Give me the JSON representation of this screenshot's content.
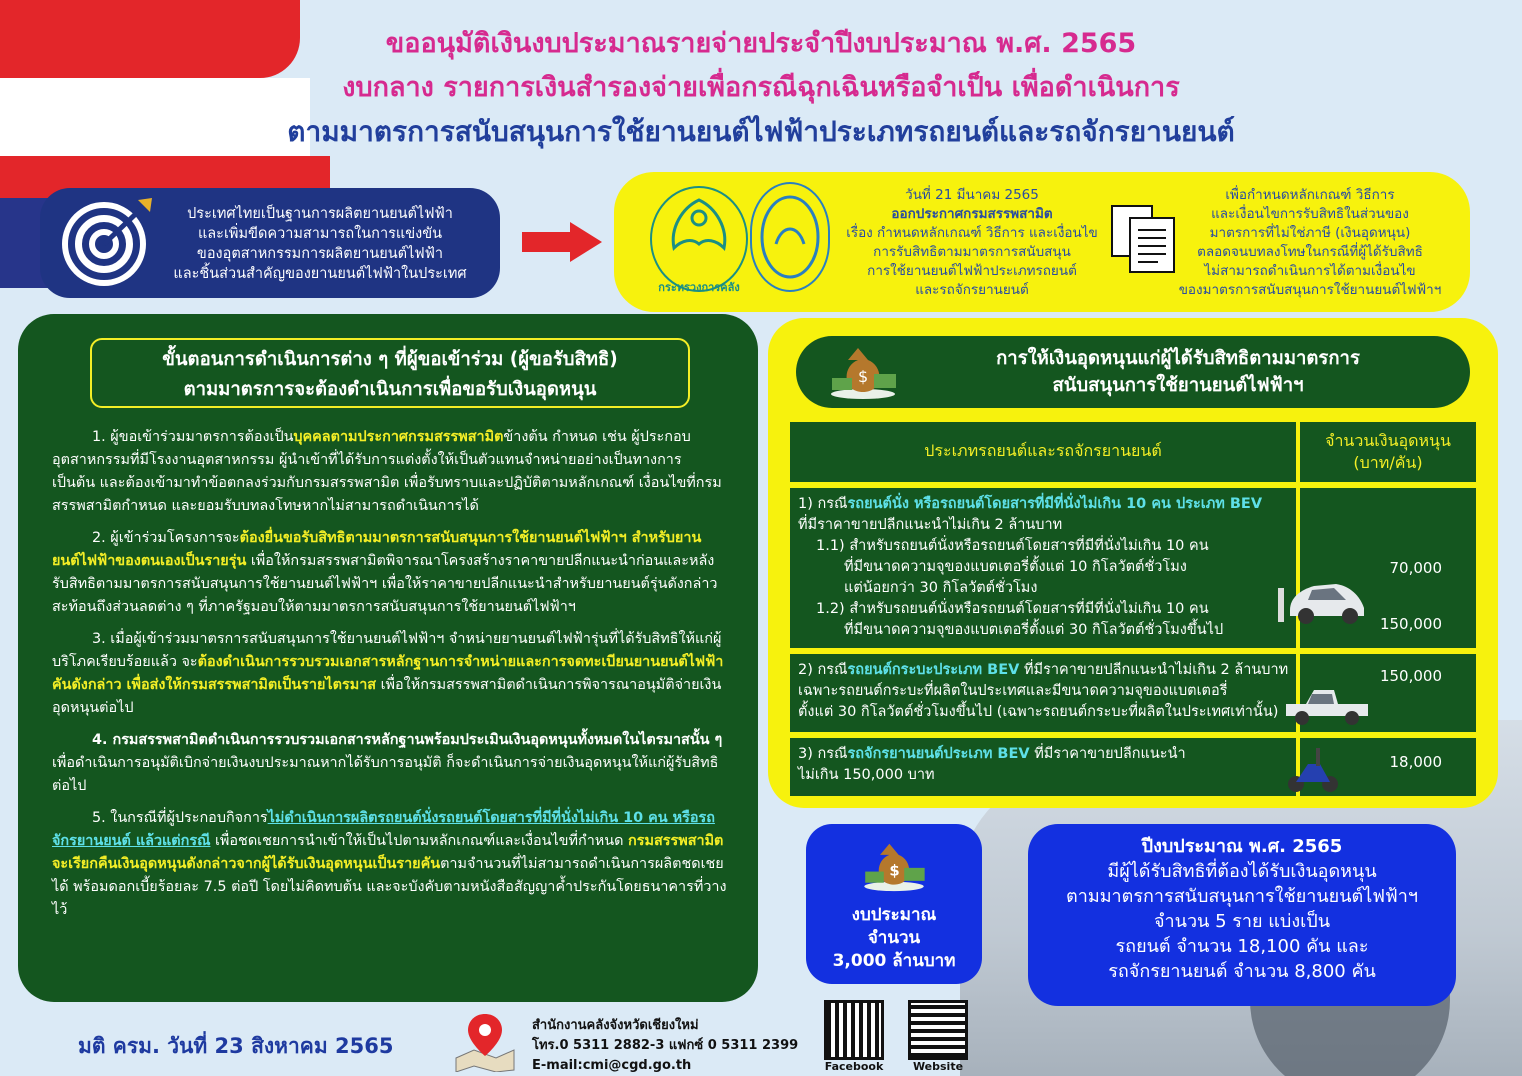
{
  "title": {
    "line1": "ขออนุมัติเงินงบประมาณรายจ่ายประจำปีงบประมาณ พ.ศ. 2565",
    "line2": "งบกลาง รายการเงินสำรองจ่ายเพื่อกรณีฉุกเฉินหรือจำเป็น เพื่อดำเนินการ",
    "line3": "ตามมาตรการสนับสนุนการใช้ยานยนต์ไฟฟ้าประเภทรถยนต์และรถจักรยานยนต์"
  },
  "goal": {
    "l1": "ประเทศไทยเป็นฐานการผลิตยานยนต์ไฟฟ้า",
    "l2": "และเพิ่มขีดความสามารถในการแข่งขัน",
    "l3": "ของอุตสาหกรรมการผลิตยานยนต์ไฟฟ้า",
    "l4": "และชิ้นส่วนสำคัญของยานยนต์ไฟฟ้าในประเทศ"
  },
  "announcement": {
    "seal_label": "กระทรวงการคลัง",
    "date": "วันที่ 21 มีนาคม 2565",
    "issuer": "ออกประกาศกรมสรรพสามิต",
    "l1": "เรื่อง กำหนดหลักเกณฑ์ วิธีการ และเงื่อนไข",
    "l2": "การรับสิทธิตามมาตรการสนับสนุน",
    "l3": "การใช้ยานยนต์ไฟฟ้าประเภทรถยนต์",
    "l4": "และรถจักรยานยนต์"
  },
  "purpose": {
    "l1": "เพื่อกำหนดหลักเกณฑ์ วิธีการ",
    "l2": "และเงื่อนไขการรับสิทธิในส่วนของ",
    "l3": "มาตรการที่ไม่ใช่ภาษี (เงินอุดหนุน)",
    "l4": "ตลอดจนบทลงโทษในกรณีที่ผู้ได้รับสิทธิ",
    "l5": "ไม่สามารถดำเนินการได้ตามเงื่อนไข",
    "l6": "ของมาตรการสนับสนุนการใช้ยานยนต์ไฟฟ้าฯ"
  },
  "steps": {
    "head_l1": "ขั้นตอนการดำเนินการต่าง ๆ ที่ผู้ขอเข้าร่วม (ผู้ขอรับสิทธิ)",
    "head_l2": "ตามมาตรการจะต้องดำเนินการเพื่อขอรับเงินอุดหนุน",
    "s1_a": "1. ผู้ขอเข้าร่วมมาตรการต้องเป็น",
    "s1_hl": "บุคคลตามประกาศกรมสรรพสามิต",
    "s1_b": "ข้างต้น กำหนด เช่น ผู้ประกอบอุตสาหกรรมที่มีโรงงานอุตสาหกรรม ผู้นำเข้าที่ได้รับการแต่งตั้งให้เป็นตัวแทนจำหน่ายอย่างเป็นทางการ เป็นต้น และต้องเข้ามาทำข้อตกลงร่วมกับกรมสรรพสามิต เพื่อรับทราบและปฏิบัติตามหลักเกณฑ์ เงื่อนไขที่กรมสรรพสามิตกำหนด และยอมรับบทลงโทษหากไม่สามารถดำเนินการได้",
    "s2_a": "2. ผู้เข้าร่วมโครงการจะ",
    "s2_hl": "ต้องยื่นขอรับสิทธิตามมาตรการสนับสนุนการใช้ยานยนต์ไฟฟ้าฯ สำหรับยานยนต์ไฟฟ้าของตนเองเป็นรายรุ่น",
    "s2_b": " เพื่อให้กรมสรรพสามิตพิจารณาโครงสร้างราคาขายปลีกแนะนำก่อนและหลังรับสิทธิตามมาตรการสนับสนุนการใช้ยานยนต์ไฟฟ้าฯ เพื่อให้ราคาขายปลีกแนะนำสำหรับยานยนต์รุ่นดังกล่าวสะท้อนถึงส่วนลดต่าง ๆ ที่ภาครัฐมอบให้ตามมาตรการสนับสนุนการใช้ยานยนต์ไฟฟ้าฯ",
    "s3_a": "3. เมื่อผู้เข้าร่วมมาตรการสนับสนุนการใช้ยานยนต์ไฟฟ้าฯ จำหน่ายยานยนต์ไฟฟ้ารุ่นที่ได้รับสิทธิให้แก่ผู้บริโภคเรียบร้อยแล้ว จะ",
    "s3_hl": "ต้องดำเนินการรวบรวมเอกสารหลักฐานการจำหน่ายและการจดทะเบียนยานยนต์ไฟฟ้าคันดังกล่าว เพื่อส่งให้กรมสรรพสามิตเป็นรายไตรมาส",
    "s3_b": " เพื่อให้กรมสรรพสามิตดำเนินการพิจารณาอนุมัติจ่ายเงินอุดหนุนต่อไป",
    "s4_b": "4. กรมสรรพสามิตดำเนินการรวบรวมเอกสารหลักฐานพร้อมประเมินเงินอุดหนุนทั้งหมดในไตรมาสนั้น ๆ",
    "s4_c": " เพื่อดำเนินการอนุมัติเบิกจ่ายเงินงบประมาณหากได้รับการอนุมัติ ก็จะดำเนินการจ่ายเงินอุดหนุนให้แก่ผู้รับสิทธิต่อไป",
    "s5_a": "5. ในกรณีที่ผู้ประกอบกิจการ",
    "s5_u": "ไม่ดำเนินการผลิตรถยนต์นั่งรถยนต์โดยสารที่มีที่นั่งไม่เกิน 10 คน หรือรถจักรยานยนต์ แล้วแต่กรณี",
    "s5_b": " เพื่อชดเชยการนำเข้าให้เป็นไปตามหลักเกณฑ์และเงื่อนไขที่กำหนด ",
    "s5_hl": "กรมสรรพสามิตจะเรียกคืนเงินอุดหนุนดังกล่าวจากผู้ได้รับเงินอุดหนุนเป็นรายคัน",
    "s5_c": "ตามจำนวนที่ไม่สามารถดำเนินการผลิตชดเชยได้ พร้อมดอกเบี้ยร้อยละ 7.5 ต่อปี โดยไม่คิดทบต้น และจะบังคับตามหนังสือสัญญาค้ำประกันโดยธนาคารที่วางไว้"
  },
  "subsidy": {
    "head_l1": "การให้เงินอุดหนุนแก่ผู้ได้รับสิทธิตามมาตรการ",
    "head_l2": "สนับสนุนการใช้ยานยนต์ไฟฟ้าฯ",
    "col1": "ประเภทรถยนต์และรถจักรยานยนต์",
    "col2_l1": "จำนวนเงินอุดหนุน",
    "col2_l2": "(บาท/คัน)",
    "r1_a": "1) กรณี",
    "r1_hl": "รถยนต์นั่ง หรือรถยนต์โดยสารที่มีที่นั่งไม่เกิน 10 คน ประเภท BEV",
    "r1_b": "ที่มีราคาขายปลีกแนะนำไม่เกิน 2 ล้านบาท",
    "r1_1a": "1.1) สำหรับรถยนต์นั่งหรือรถยนต์โดยสารที่มีที่นั่งไม่เกิน 10 คน",
    "r1_1b": "ที่มีขนาดความจุของแบตเตอรี่ตั้งแต่ 10 กิโลวัตต์ชั่วโมง",
    "r1_1c": "แต่น้อยกว่า 30 กิโลวัตต์ชั่วโมง",
    "r1_2a": "1.2) สำหรับรถยนต์นั่งหรือรถยนต์โดยสารที่มีที่นั่งไม่เกิน 10 คน",
    "r1_2b": "ที่มีขนาดความจุของแบตเตอรี่ตั้งแต่ 30 กิโลวัตต์ชั่วโมงขึ้นไป",
    "amt_1_1": "70,000",
    "amt_1_2": "150,000",
    "r2_a": "2) กรณี",
    "r2_hl": "รถยนต์กระบะประเภท BEV",
    "r2_b": " ที่มีราคาขายปลีกแนะนำไม่เกิน 2 ล้านบาท",
    "r2_c": "เฉพาะรถยนต์กระบะที่ผลิตในประเทศและมีขนาดความจุของแบตเตอรี่",
    "r2_d": "ตั้งแต่ 30 กิโลวัตต์ชั่วโมงขึ้นไป (เฉพาะรถยนต์กระบะที่ผลิตในประเทศเท่านั้น)",
    "amt_2": "150,000",
    "r3_a": "3) กรณี",
    "r3_hl": "รถจักรยานยนต์ประเภท BEV",
    "r3_b": " ที่มีราคาขายปลีกแนะนำ",
    "r3_c": "ไม่เกิน 150,000 บาท",
    "amt_3": "18,000"
  },
  "budget": {
    "l1": "งบประมาณ",
    "l2": "จำนวน",
    "l3": "3,000 ล้านบาท"
  },
  "fiscal": {
    "l1": "ปีงบประมาณ พ.ศ. 2565",
    "l2": "มีผู้ได้รับสิทธิที่ต้องได้รับเงินอุดหนุน",
    "l3": "ตามมาตรการสนับสนุนการใช้ยานยนต์ไฟฟ้าฯ",
    "l4": "จำนวน 5 ราย แบ่งเป็น",
    "l5": "รถยนต์ จำนวน 18,100 คัน และ",
    "l6": "รถจักรยานยนต์ จำนวน 8,800 คัน"
  },
  "footer": {
    "resolution": "มติ ครม. วันที่ 23 สิงหาคม 2565",
    "office": "สำนักงานคลังจังหวัดเชียงใหม่",
    "phone": "โทร.0 5311 2882-3 แฟกซ์ 0 5311 2399",
    "email": "E-mail:cmi@cgd.go.th",
    "qr1_label": "Facebook",
    "qr2_label": "Website"
  },
  "colors": {
    "title_pink": "#d62a8f",
    "title_blue": "#213f9c",
    "panel_green": "#14561f",
    "panel_yellow": "#f7f20d",
    "box_blue": "#1330e0",
    "highlight_yellow": "#f3ee26",
    "highlight_cyan": "#5ee0e8"
  }
}
